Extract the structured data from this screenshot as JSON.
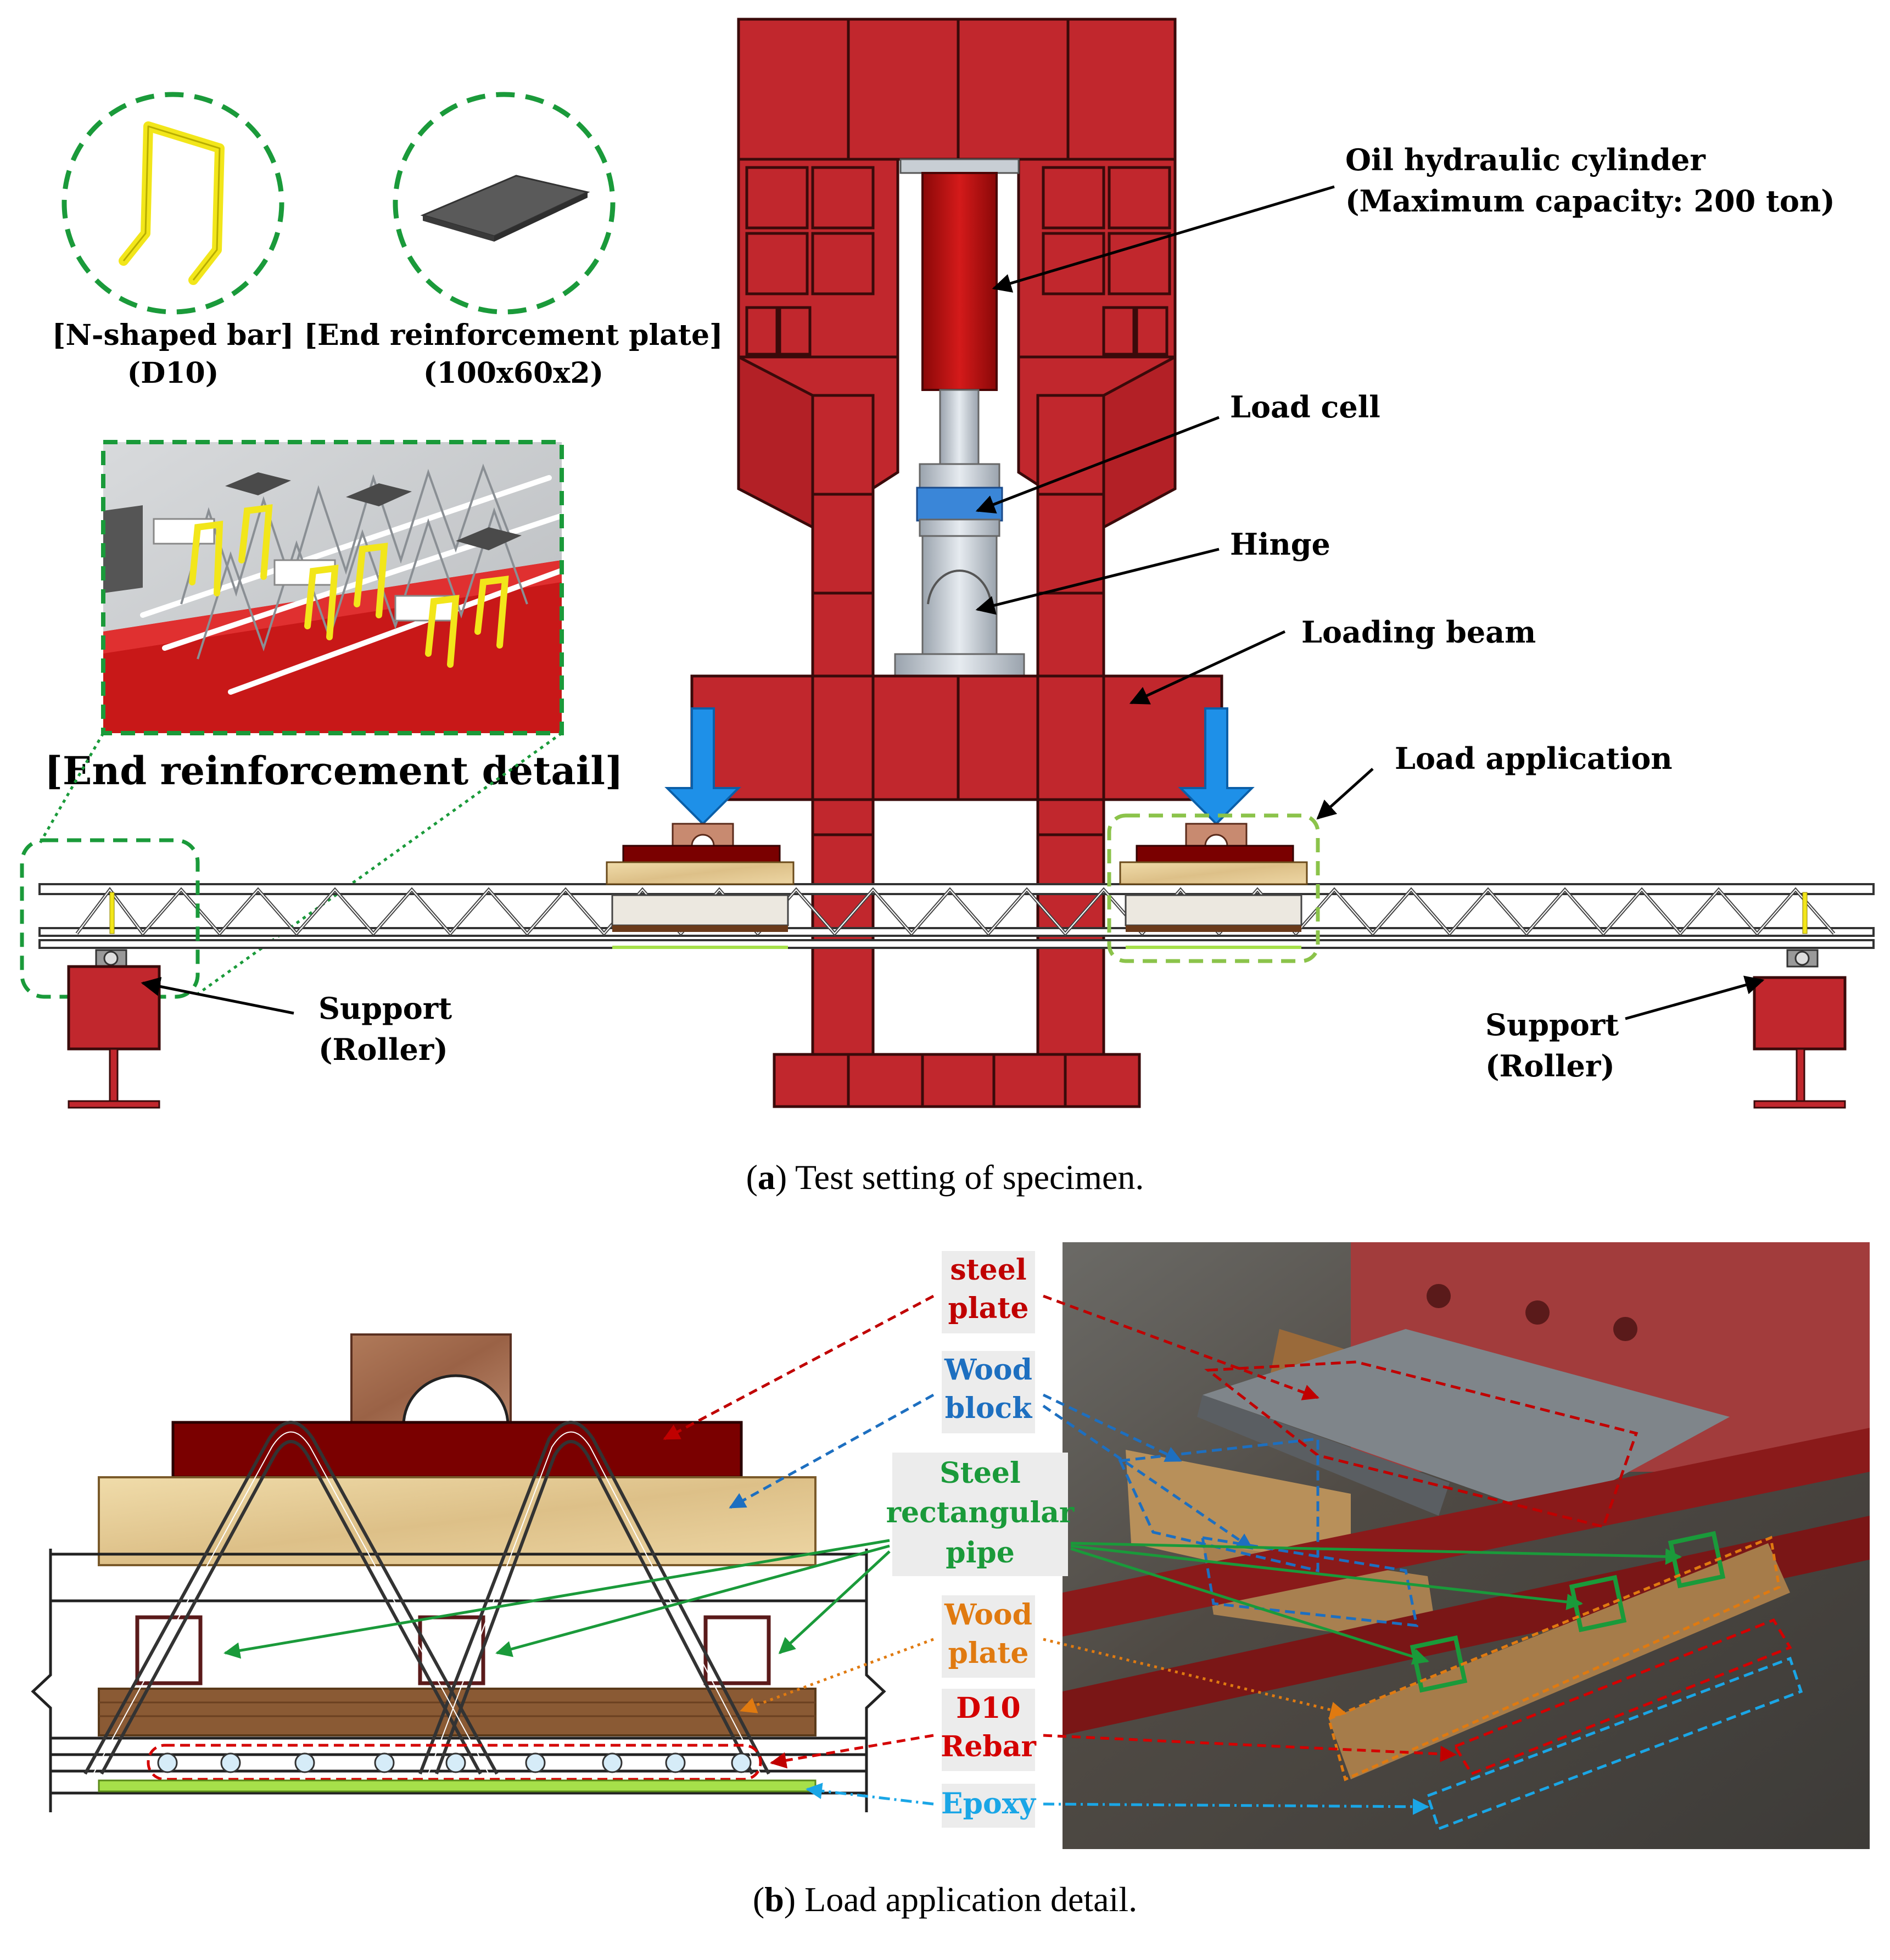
{
  "colors": {
    "frame_red": "#c1272d",
    "frame_stroke": "#3a0a0a",
    "cylinder_red": "#b01010",
    "arrow_blue": "#1e90e8",
    "dash_green": "#1a9a3a",
    "bar_yellow": "#f2e61a",
    "steel_plate_red": "#7a0000",
    "wood_block": "#e8cf98",
    "wood_plate": "#8a5a34",
    "epoxy_green": "#a6e04a",
    "label_red": "#c00000",
    "label_blue": "#1d6fc0",
    "label_green": "#1a9a3a",
    "label_orange": "#e07a10",
    "label_cyan": "#1aa6e6"
  },
  "panel_a": {
    "inset_bar_label": "[N-shaped bar]",
    "inset_bar_spec": "(D10)",
    "inset_plate_label": "[End reinforcement plate]",
    "inset_plate_spec": "(100x60x2)",
    "detail_title": "[End reinforcement detail]",
    "cylinder_label_1": "Oil hydraulic cylinder",
    "cylinder_label_2": "(Maximum capacity: 200 ton)",
    "load_cell": "Load cell",
    "hinge": "Hinge",
    "loading_beam": "Loading  beam",
    "load_application": "Load  application",
    "support_left_1": "Support",
    "support_left_2": "(Roller)",
    "support_right_1": "Support",
    "support_right_2": "(Roller)",
    "caption_letter": "a",
    "caption_text": " Test setting of specimen."
  },
  "panel_b": {
    "steel_plate_1": "steel",
    "steel_plate_2": "plate",
    "wood_block_1": "Wood",
    "wood_block_2": "block",
    "pipe_1": "Steel",
    "pipe_2": "rectangular",
    "pipe_3": "pipe",
    "wood_plate_1": "Wood",
    "wood_plate_2": "plate",
    "rebar_1": "D10",
    "rebar_2": "Rebar",
    "epoxy": "Epoxy",
    "caption_letter": "b",
    "caption_text": " Load application detail."
  }
}
